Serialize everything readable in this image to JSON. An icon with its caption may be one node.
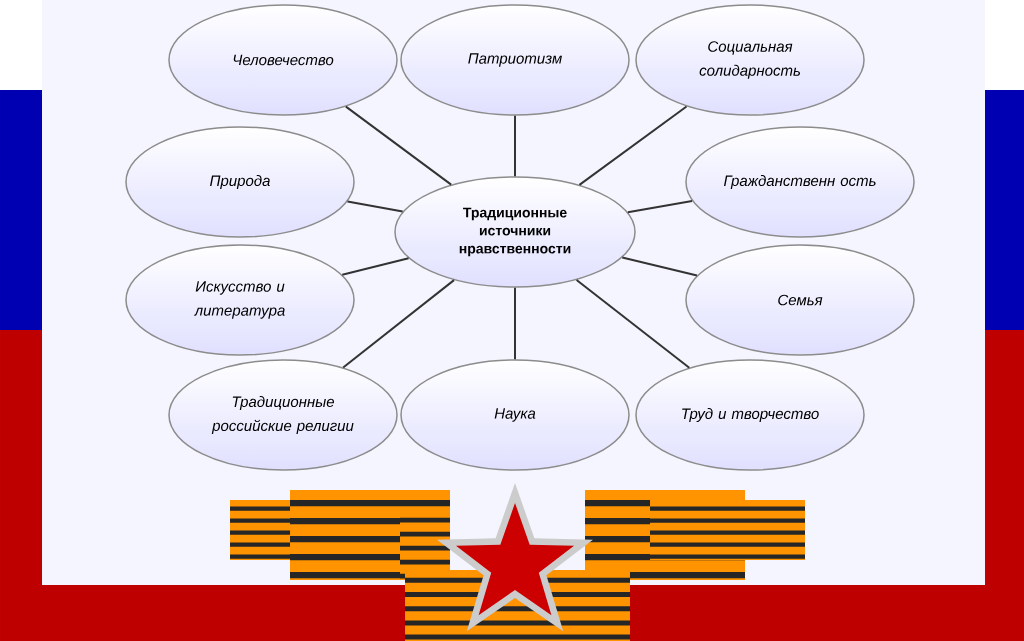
{
  "diagram": {
    "nodes": [
      {
        "text": [
          "Традиционные источники нравственности"
        ]
      },
      {
        "text": [
          "Человечество"
        ]
      },
      {
        "text": [
          "Патриотизм"
        ]
      },
      {
        "text": [
          "Социальная солидарность"
        ]
      },
      {
        "text": [
          "Природа"
        ]
      },
      {
        "text": [
          "Гражданственн ость"
        ]
      },
      {
        "text": [
          "Искусство и литература"
        ]
      },
      {
        "text": [
          "Семья"
        ]
      },
      {
        "text": [
          "Традиционные российские религии"
        ]
      },
      {
        "text": [
          "Наука"
        ]
      },
      {
        "text": [
          "Труд и творчество"
        ]
      }
    ],
    "edges": [
      {
        "from": 0,
        "to": 1,
        "arrow": "none"
      },
      {
        "from": 0,
        "to": 2,
        "arrow": "none"
      },
      {
        "from": 0,
        "to": 3,
        "arrow": "none"
      },
      {
        "from": 0,
        "to": 4,
        "arrow": "none"
      },
      {
        "from": 0,
        "to": 5,
        "arrow": "none"
      },
      {
        "from": 0,
        "to": 6,
        "arrow": "none"
      },
      {
        "from": 0,
        "to": 7,
        "arrow": "none"
      },
      {
        "from": 0,
        "to": 8,
        "arrow": "none"
      },
      {
        "from": 0,
        "to": 9,
        "arrow": "none"
      },
      {
        "from": 0,
        "to": 10,
        "arrow": "none"
      }
    ]
  }
}
